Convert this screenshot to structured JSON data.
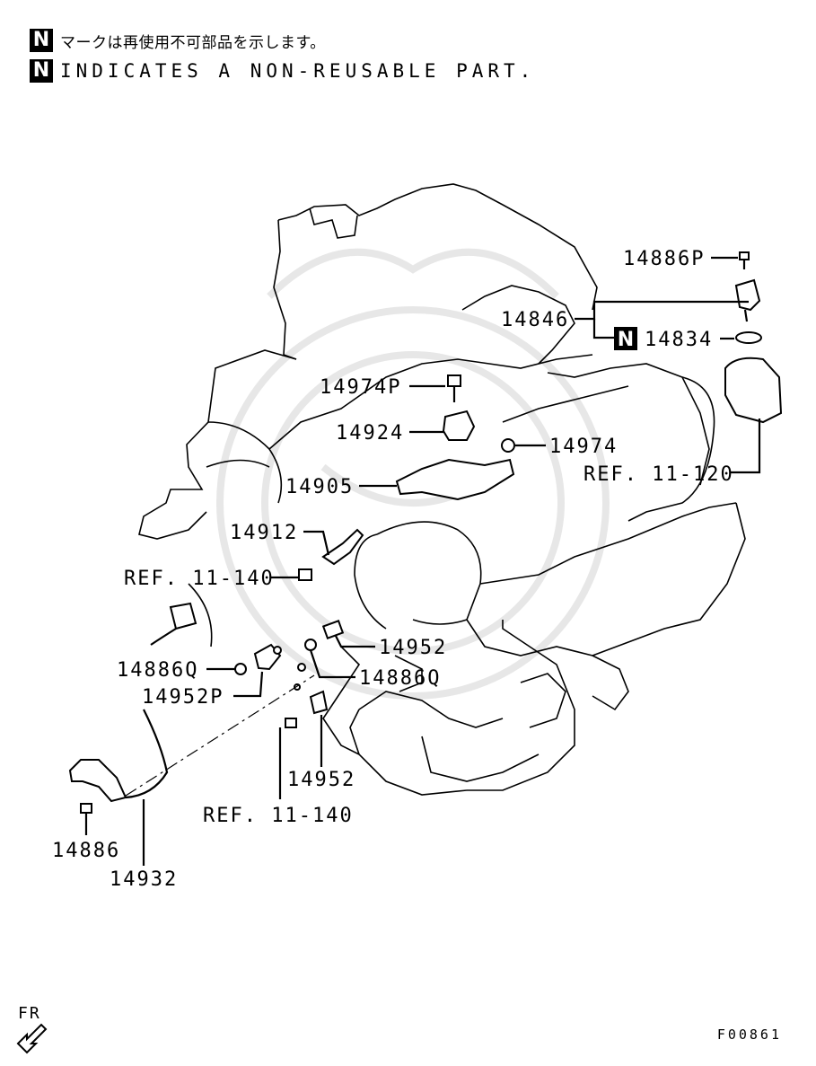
{
  "notes": {
    "badge": "N",
    "japanese": "マークは再使用不可部品を示します。",
    "english": "INDICATES A NON-REUSABLE PART."
  },
  "labels": {
    "p14886P": "14886P",
    "p14846": "14846",
    "p14834": "14834",
    "p14974P": "14974P",
    "p14924": "14924",
    "p14974": "14974",
    "ref_11_120": "REF. 11-120",
    "p14905": "14905",
    "p14912": "14912",
    "ref_11_140_a": "REF. 11-140",
    "p14952_a": "14952",
    "p14886Q_left": "14886Q",
    "p14886Q_right": "14886Q",
    "p14952P": "14952P",
    "p14952_b": "14952",
    "ref_11_140_b": "REF. 11-140",
    "p14886": "14886",
    "p14932": "14932"
  },
  "direction": {
    "label": "FR"
  },
  "figure_code": "F00861"
}
